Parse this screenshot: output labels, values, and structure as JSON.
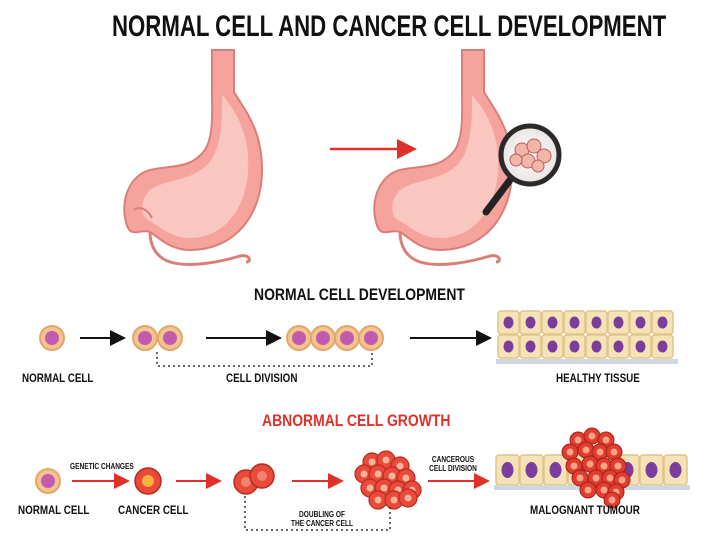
{
  "title": "NORMAL CELL AND CANCER CELL DEVELOPMENT",
  "colors": {
    "stomach_outer": "#f5a39c",
    "stomach_inner": "#f9c6c0",
    "arrow_red": "#e0302a",
    "abnormal_heading": "#e0302a",
    "cell_membrane": "#f3c48e",
    "cell_nucleus": "#c25ab0",
    "tissue_cell": "#f6e2b7",
    "tissue_nucleus": "#7a3d9a"
  },
  "normal_section": {
    "heading": "NORMAL CELL DEVELOPMENT",
    "labels": {
      "normal_cell": "NORMAL CELL",
      "cell_division": "CELL DIVISION",
      "healthy_tissue": "HEALTHY TISSUE"
    }
  },
  "abnormal_section": {
    "heading": "ABNORMAL CELL GROWTH",
    "labels": {
      "normal_cell": "NORMAL CELL",
      "genetic_changes": "GENETIC CHANGES",
      "cancer_cell": "CANCER CELL",
      "doubling": [
        "DOUBLING OF",
        "THE CANCER CELL"
      ],
      "cancerous_division": [
        "CANCEROUS",
        "CELL DIVISION"
      ],
      "malignant_tumour": "MALOGNANT TUMOUR"
    }
  }
}
